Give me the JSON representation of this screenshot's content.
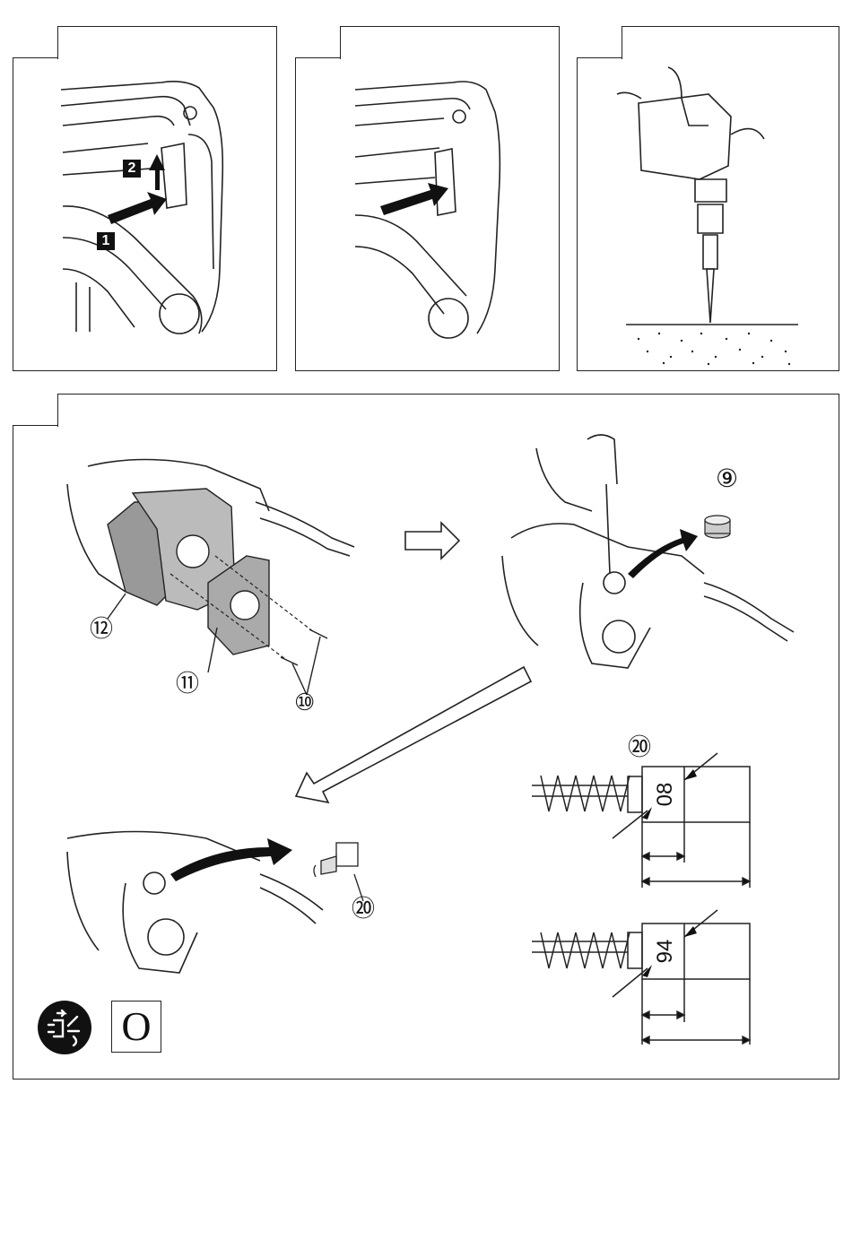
{
  "figure1": {
    "step1": "1",
    "step2": "2"
  },
  "figure4": {
    "callouts": {
      "screws": "⑩",
      "plate": "⑪",
      "cover": "⑫",
      "cap": "⑨",
      "brush": "⑳"
    }
  },
  "brush_new": {
    "callout": "⑳",
    "length_mark": "08"
  },
  "brush_worn": {
    "length_mark": "94"
  },
  "symbols": {
    "disconnect_icon": "unplug-icon",
    "zero_box": "O"
  }
}
